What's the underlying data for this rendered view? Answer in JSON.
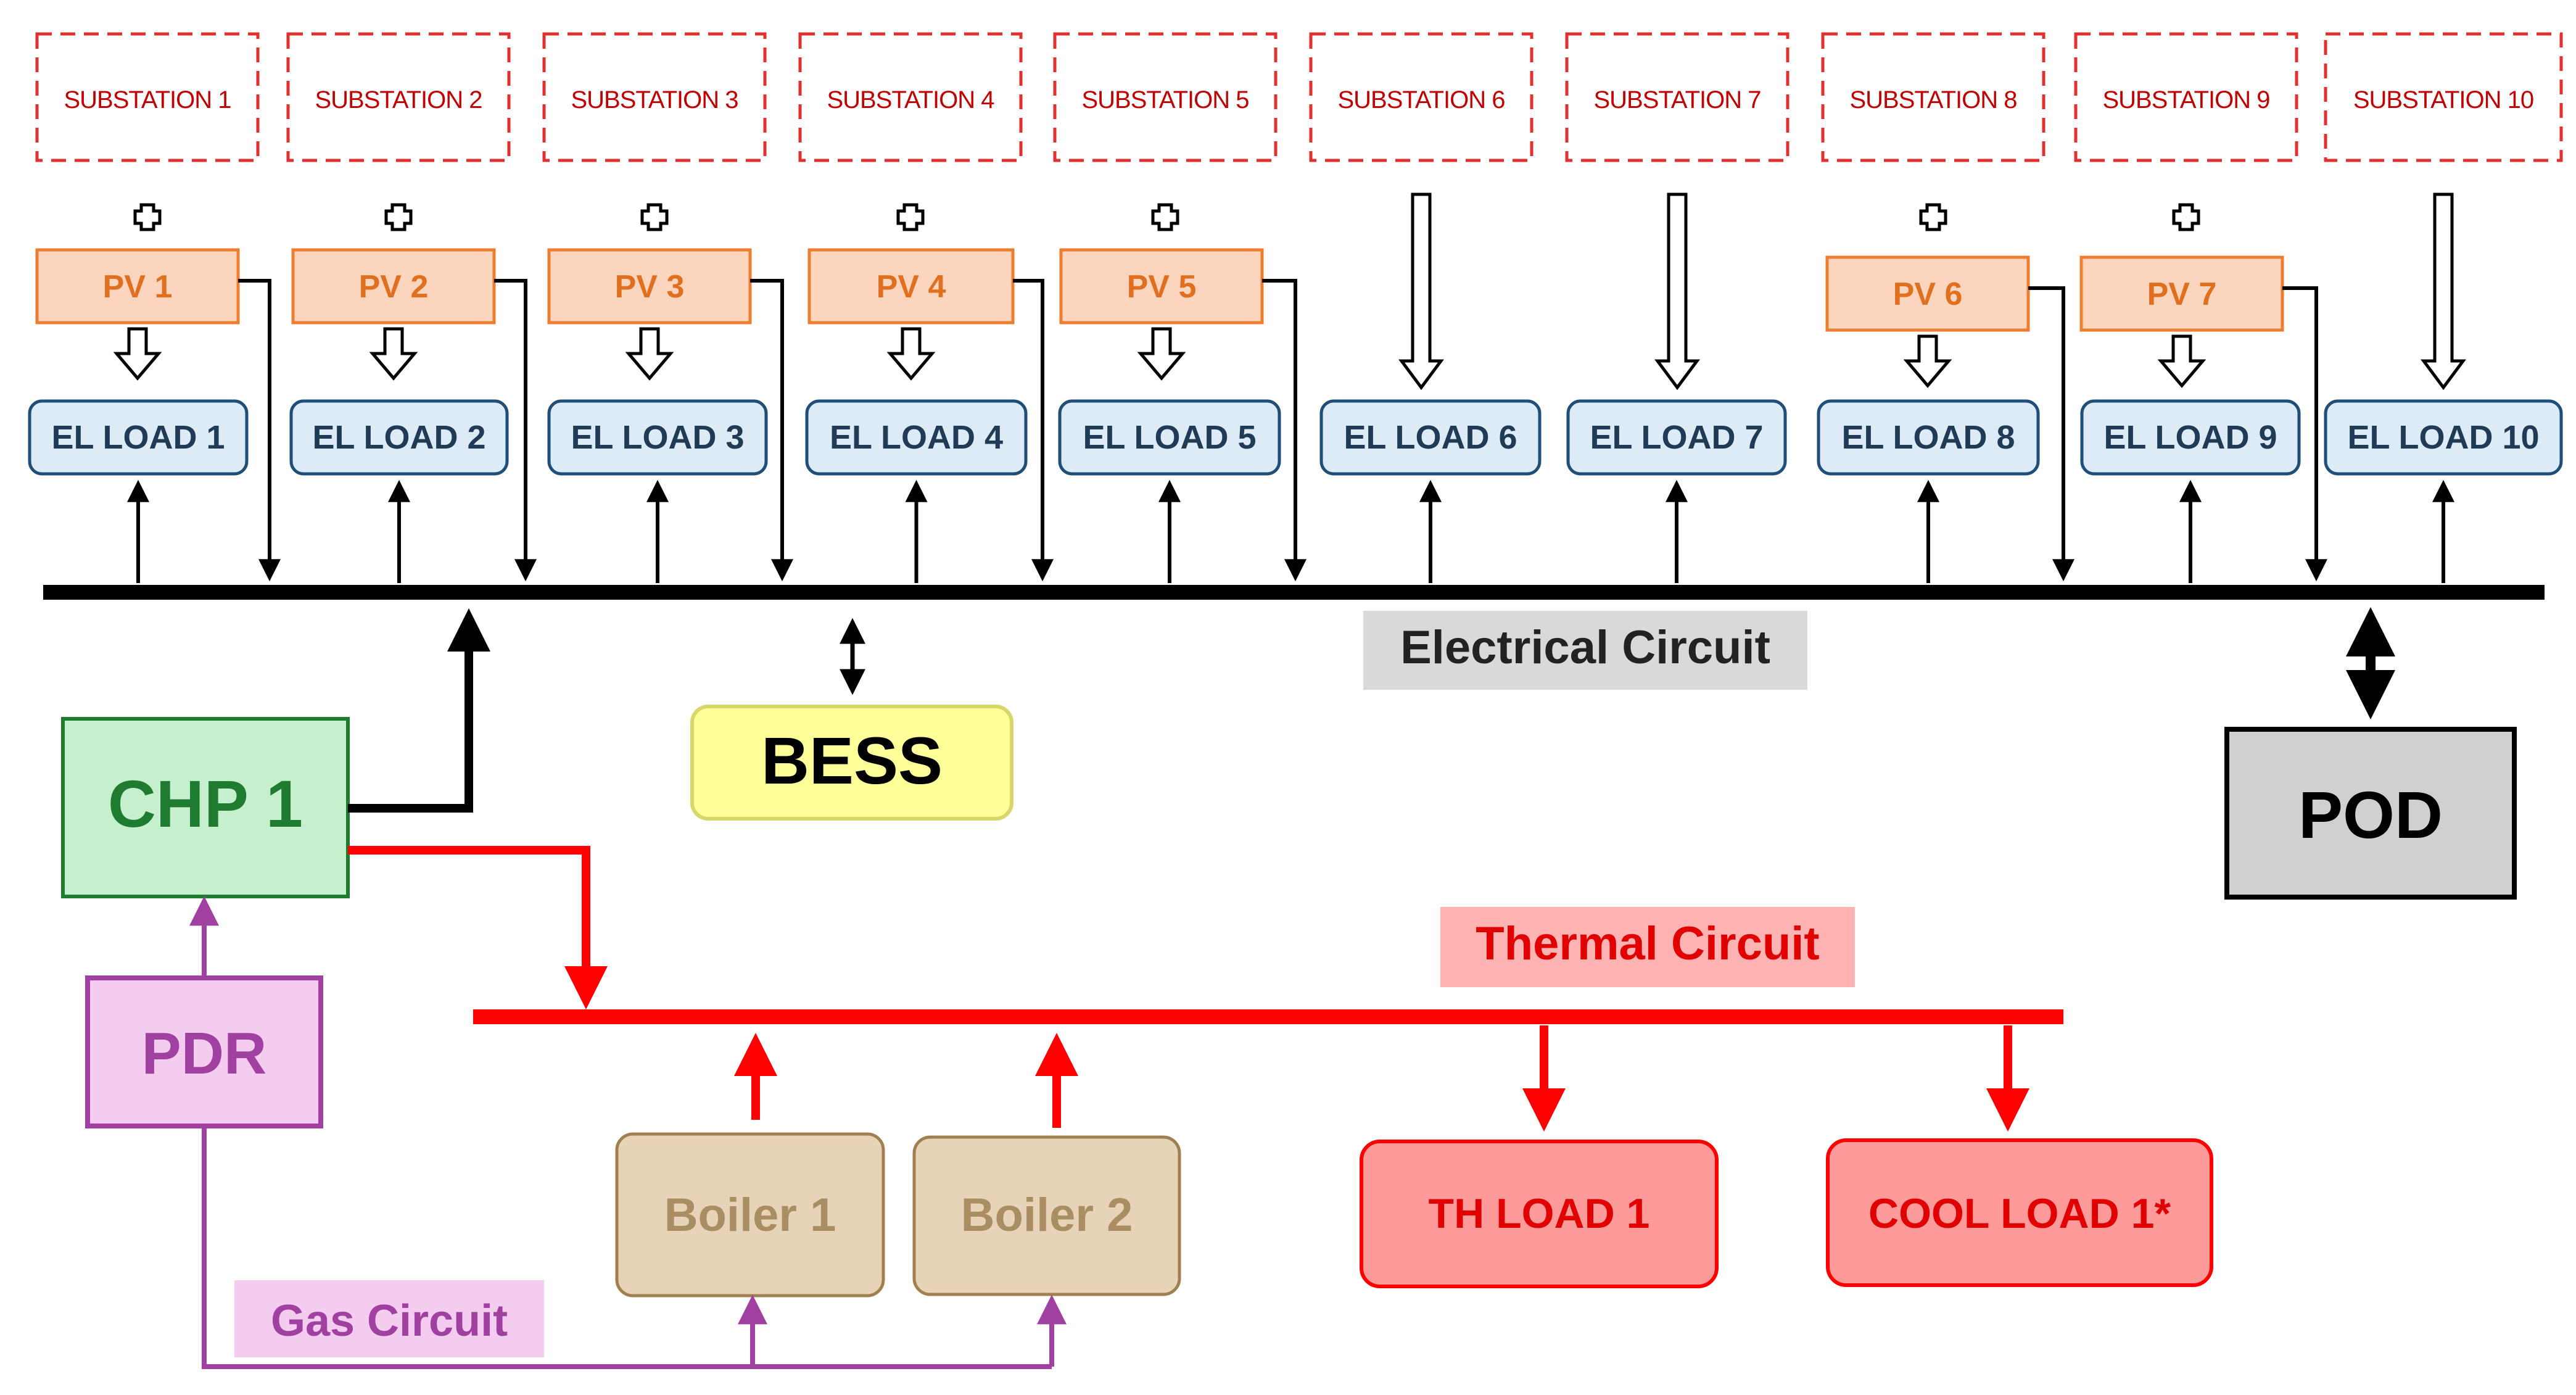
{
  "substations": [
    "SUBSTATION 1",
    "SUBSTATION 2",
    "SUBSTATION 3",
    "SUBSTATION 4",
    "SUBSTATION 5",
    "SUBSTATION 6",
    "SUBSTATION 7",
    "SUBSTATION 8",
    "SUBSTATION 9",
    "SUBSTATION 10"
  ],
  "pv_units": [
    "PV 1",
    "PV 2",
    "PV 3",
    "PV 4",
    "PV 5",
    "PV 6",
    "PV 7"
  ],
  "el_loads": [
    "EL LOAD 1",
    "EL LOAD 2",
    "EL LOAD 3",
    "EL LOAD 4",
    "EL LOAD 5",
    "EL LOAD 6",
    "EL LOAD 7",
    "EL LOAD 8",
    "EL LOAD 9",
    "EL LOAD 10"
  ],
  "pv_connected_substations": [
    "SUBSTATION 1",
    "SUBSTATION 2",
    "SUBSTATION 3",
    "SUBSTATION 4",
    "SUBSTATION 5",
    "SUBSTATION 8",
    "SUBSTATION 9"
  ],
  "circuits": {
    "electrical": "Electrical Circuit",
    "thermal": "Thermal Circuit",
    "gas": "Gas Circuit"
  },
  "nodes": {
    "chp": "CHP 1",
    "bess": "BESS",
    "pod": "POD",
    "pdr": "PDR",
    "boiler1": "Boiler 1",
    "boiler2": "Boiler 2",
    "th_load": "TH LOAD 1",
    "cool_load": "COOL LOAD 1*"
  },
  "colors": {
    "electrical": "#000000",
    "thermal": "#ff0000",
    "gas": "#a040a0",
    "substation_border": "#e03030",
    "pv_fill": "#fbd5bd",
    "pv_border": "#ed7d31",
    "el_fill": "#ddebf7",
    "el_border": "#1f4e79",
    "chp_fill": "#c6efce",
    "chp_border": "#1e7b30",
    "bess_fill": "#ffff99",
    "pod_fill": "#d0d0d0",
    "pdr_fill": "#f4ccf0",
    "boiler_fill": "#e6d3b8",
    "load_fill": "#ff9a9a"
  }
}
